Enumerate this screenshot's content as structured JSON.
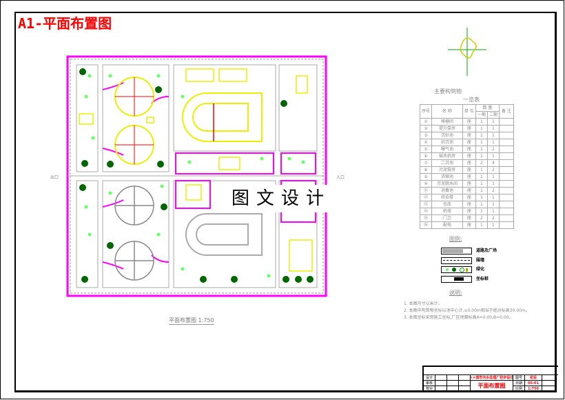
{
  "title": "A1-平面布置图",
  "watermark": "图文设计",
  "plan_caption": "平面布置图 1:750",
  "labels": {
    "entrance_left": "出口",
    "entrance_right": "入口"
  },
  "colors": {
    "road": "#ff00ff",
    "structure": "#ffff00",
    "green": "#00c000",
    "tree": "#006000",
    "title": "#ff0000",
    "grey": "#888888"
  },
  "table": {
    "title": "主要构筑物",
    "subtitle": "一览表",
    "headers": {
      "no": "序号",
      "name": "名 称",
      "unit": "单 位",
      "qty": "数 量",
      "phase1": "一期",
      "phase2": "二期",
      "note": "备 注"
    },
    "rows": [
      {
        "no": "①",
        "name": "格栅间",
        "unit": "座",
        "p1": "1",
        "p2": "1"
      },
      {
        "no": "②",
        "name": "提升泵房",
        "unit": "座",
        "p1": "1",
        "p2": "1"
      },
      {
        "no": "③",
        "name": "沉砂池",
        "unit": "座",
        "p1": "1",
        "p2": "1"
      },
      {
        "no": "④",
        "name": "初沉池",
        "unit": "座",
        "p1": "1",
        "p2": "1"
      },
      {
        "no": "⑤",
        "name": "曝气池",
        "unit": "座",
        "p1": "1",
        "p2": "2"
      },
      {
        "no": "⑥",
        "name": "鼓风机房",
        "unit": "座",
        "p1": "1",
        "p2": "1"
      },
      {
        "no": "⑦",
        "name": "二沉池",
        "unit": "座",
        "p1": "2",
        "p2": "4"
      },
      {
        "no": "⑧",
        "name": "污泥泵房",
        "unit": "座",
        "p1": "1",
        "p2": "2"
      },
      {
        "no": "⑨",
        "name": "浓缩池",
        "unit": "座",
        "p1": "1",
        "p2": "1"
      },
      {
        "no": "⑩",
        "name": "污泥脱水间",
        "unit": "座",
        "p1": "1",
        "p2": "1"
      },
      {
        "no": "⑪",
        "name": "消毒池",
        "unit": "座",
        "p1": "1",
        "p2": "2"
      },
      {
        "no": "⑫",
        "name": "综合楼",
        "unit": "座",
        "p1": "1",
        "p2": "1"
      },
      {
        "no": "⑬",
        "name": "仓库",
        "unit": "座",
        "p1": "1",
        "p2": "1"
      },
      {
        "no": "⑭",
        "name": "机修",
        "unit": "座",
        "p1": "1",
        "p2": "1"
      },
      {
        "no": "⑮",
        "name": "门卫",
        "unit": "座",
        "p1": "2",
        "p2": "2"
      },
      {
        "no": "⑯",
        "name": "配电",
        "unit": "座",
        "p1": "1",
        "p2": "1"
      }
    ]
  },
  "legend": {
    "title": "图例:",
    "items": [
      {
        "label": "道路及广场",
        "icon": "road-swatch"
      },
      {
        "label": "围墙",
        "icon": "wall-swatch"
      },
      {
        "label": "绿化",
        "icon": "tree-swatch"
      },
      {
        "label": "坐标桩",
        "icon": "stake-swatch"
      }
    ]
  },
  "notes": {
    "title": "说明:",
    "items": [
      "1. 本图尺寸以米计。",
      "2. 本图中构筑物坐标以池中心计,±0.00m相当于绝对标高30.00m。",
      "3. 本图坐标采用施工坐标,厂区地面标高A=0.00,B=0.00。"
    ]
  },
  "title_block": {
    "project": "××城市污水处理厂初步设计",
    "drawing": "平面布置图",
    "labels": [
      "设计",
      "审核",
      "校对",
      "图号",
      "日期",
      "比例"
    ],
    "values": {
      "no": "初设",
      "date": "05-01",
      "scale": "1:750"
    }
  }
}
